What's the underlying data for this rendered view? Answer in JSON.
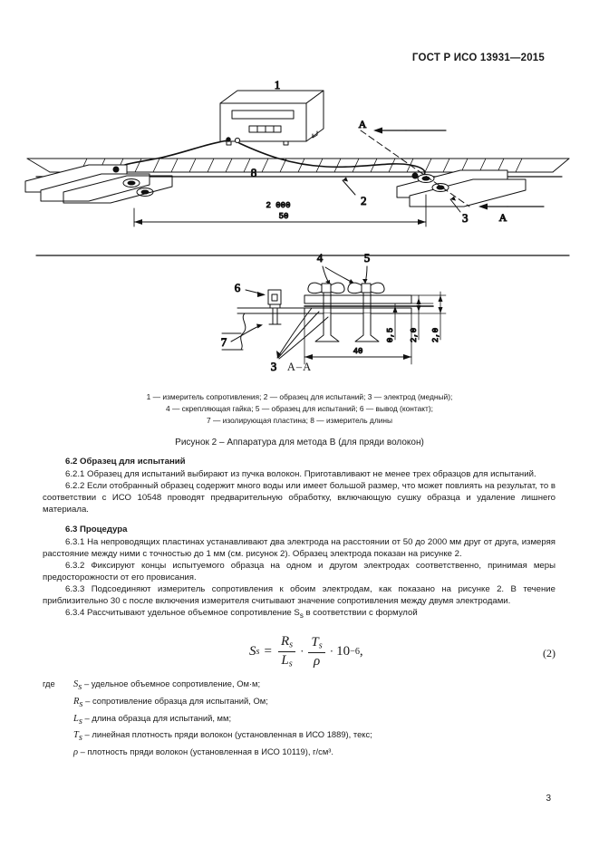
{
  "document": {
    "header_standard": "ГОСТ Р ИСО 13931—2015",
    "page_number": "3"
  },
  "figure": {
    "section_title": "А–А",
    "callouts": {
      "one": "1",
      "two": "2",
      "three": "3",
      "three_b": "3",
      "four": "4",
      "five": "5",
      "six": "6",
      "seven": "7",
      "eight": "8"
    },
    "section_marks": {
      "top": "А",
      "bottom": "А"
    },
    "dimensions": {
      "length_max": "2 000",
      "length_min": "50",
      "width_40": "40",
      "h_05": "0,5",
      "h_20_a": "2,0",
      "h_20_b": "2,0"
    },
    "legend_line1": "1 — измеритель сопротивления; 2 — образец для испытаний; 3 — электрод (медный);",
    "legend_line2": "4 — скрепляющая гайка; 5 — образец для испытаний; 6 — вывод (контакт);",
    "legend_line3": "7 — изолирующая пластина; 8 — измеритель длины",
    "caption": "Рисунок 2 – Аппаратура для метода В (для пряди волокон)"
  },
  "sections": {
    "s62_title": "6.2 Образец для испытаний",
    "s62_1": "6.2.1 Образец для испытаний выбирают из пучка волокон. Приготавливают не менее трех образцов для испытаний.",
    "s62_2": "6.2.2 Если отобранный образец содержит много воды или имеет большой размер, что может повлиять на результат, то в соответствии с ИСО 10548 проводят предварительную обработку, включающую сушку образца и удаление лишнего материала.",
    "s63_title": "6.3 Процедура",
    "s63_1": "6.3.1 На непроводящих пластинах устанавливают два электрода на расстоянии от 50 до 2000 мм друг от друга,  измеряя  расстояние между ними с точностью до 1 мм (см. рисунок 2). Образец электрода показан на рисунке 2.",
    "s63_2": "6.3.2 Фиксируют концы испытуемого образца на одном и другом электродах соответственно, принимая меры предосторожности от его провисания.",
    "s63_3": "6.3.3 Подсоединяют измеритель сопротивления к обоим электродам, как показано на рисунке 2. В течение приблизительно 30 с после включения измерителя считывают значение сопротивления между двумя электродами.",
    "s63_4": "6.3.4 Рассчитывают удельное объемное сопротивление S",
    "s63_4_sub": "s",
    "s63_4_tail": " в соответствии с формулой"
  },
  "formula": {
    "lhs_var": "S",
    "lhs_sub": "s",
    "equals": "=",
    "num1_var": "R",
    "num1_sub": "s",
    "den1_var": "L",
    "den1_sub": "s",
    "mid_dot": "·",
    "num2_var": "T",
    "num2_sub": "s",
    "den2_var": "ρ",
    "tail_dot": "·",
    "tail_base": "10",
    "tail_exp": "−6",
    "comma": ",",
    "number": "(2)"
  },
  "where": {
    "label": "где",
    "items": [
      {
        "sym": "S",
        "sub": "s",
        "text": " – удельное объемное сопротивление, Ом·м;"
      },
      {
        "sym": "R",
        "sub": "s",
        "text": " – сопротивление образца для испытаний, Ом;"
      },
      {
        "sym": "L",
        "sub": "s",
        "text": " – длина образца для испытаний, мм;"
      },
      {
        "sym": "T",
        "sub": "s",
        "text": " – линейная плотность пряди волокон (установленная в ИСО 1889), текс;"
      },
      {
        "sym": "ρ",
        "sub": "",
        "text": " – плотность пряди волокон (установленная в ИСО 10119), г/см³."
      }
    ]
  }
}
